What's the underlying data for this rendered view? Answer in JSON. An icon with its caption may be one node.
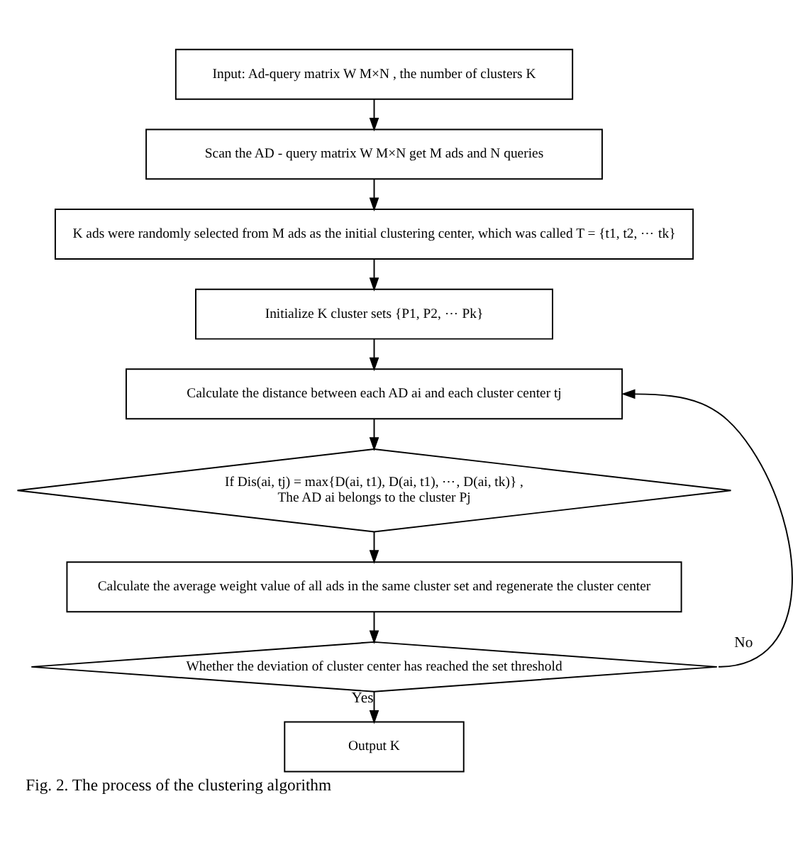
{
  "diagram": {
    "caption": "Fig. 2. The process of the clustering algorithm",
    "nodes": [
      {
        "text": [
          "Input: Ad-query matrix W M×N , the number of clusters K"
        ]
      },
      {
        "text": [
          "Scan the AD - query matrix W M×N get M ads and N queries"
        ]
      },
      {
        "text": [
          "K ads were randomly selected from M ads as the initial clustering center, which was called T = {t1, t2, ⋯ tk}"
        ]
      },
      {
        "text": [
          "Initialize K cluster sets {P1, P2, ⋯ Pk}"
        ]
      },
      {
        "text": [
          "Calculate the distance between each AD ai and each cluster center tj"
        ]
      },
      {
        "text": [
          "If Dis(ai, tj) = max{D(ai, t1), D(ai, t1), ⋯, D(ai, tk)} ,",
          "The AD ai belongs to the cluster Pj"
        ]
      },
      {
        "text": [
          "Calculate the average weight value of all ads in the same cluster set and regenerate the cluster center"
        ]
      },
      {
        "text": [
          "Whether the deviation of cluster center has reached the set threshold"
        ]
      },
      {
        "text": [
          "Output K"
        ]
      }
    ],
    "edges": [
      {
        "from": 0,
        "to": 1,
        "arrow": "to"
      },
      {
        "from": 1,
        "to": 2,
        "arrow": "to"
      },
      {
        "from": 2,
        "to": 3,
        "arrow": "to"
      },
      {
        "from": 3,
        "to": 4,
        "arrow": "to"
      },
      {
        "from": 4,
        "to": 5,
        "arrow": "to"
      },
      {
        "from": 5,
        "to": 6,
        "arrow": "to"
      },
      {
        "from": 6,
        "to": 7,
        "arrow": "to"
      },
      {
        "from": 7,
        "to": 8,
        "label": "Yes",
        "arrow": "to"
      },
      {
        "from": 7,
        "to": 4,
        "label": "No",
        "arrow": "to"
      }
    ]
  }
}
